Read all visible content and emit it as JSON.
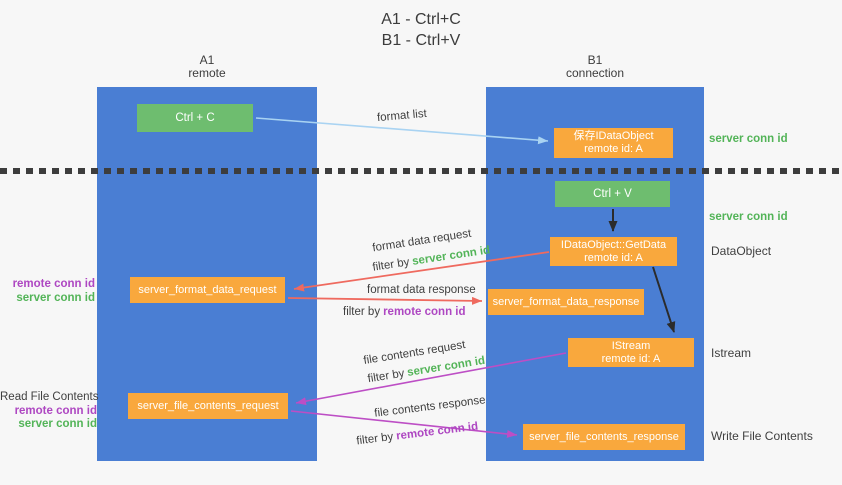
{
  "title": {
    "line1": "A1 - Ctrl+C",
    "line2": "B1 - Ctrl+V"
  },
  "lanes": {
    "a1": {
      "name": "A1",
      "subtitle": "remote"
    },
    "b1": {
      "name": "B1",
      "subtitle": "connection"
    }
  },
  "nodes": {
    "ctrl_c": {
      "label": "Ctrl + C"
    },
    "ctrl_v": {
      "label": "Ctrl + V"
    },
    "save_dataobject": {
      "line1": "保存IDataObject",
      "line2": "remote id: A"
    },
    "getdata": {
      "line1": "IDataObject::GetData",
      "line2": "remote id: A"
    },
    "istream": {
      "line1": "IStream",
      "line2": "remote id: A"
    },
    "format_request": {
      "label": "server_format_data_request"
    },
    "format_response": {
      "label": "server_format_data_response"
    },
    "file_request": {
      "label": "server_file_contents_request"
    },
    "file_response": {
      "label": "server_file_contents_response"
    }
  },
  "annotations": {
    "right_server_conn_top": "server conn id",
    "right_server_conn_mid": "server conn id",
    "right_dataobject": "DataObject",
    "right_istream": "Istream",
    "right_write_file": "Write File Contents",
    "left_remote_conn_mid": "remote conn id",
    "left_server_conn_mid": "server conn id",
    "left_read_file": "Read File Contents",
    "left_remote_conn_bottom": "remote conn id",
    "left_server_conn_bottom": "server conn id"
  },
  "arrow_labels": {
    "format_list": "format list",
    "format_data_request": "format data request",
    "format_data_response": "format data response",
    "file_contents_request": "file contents request",
    "file_contents_response": "file contents response",
    "filter_prefix": "filter by",
    "server_conn_id": "server conn id",
    "remote_conn_id": "remote conn id"
  },
  "colors": {
    "background": "#f7f7f7",
    "lane_blue": "#4a7ed3",
    "node_green": "#6ebd6f",
    "node_orange": "#f9a83d",
    "arrow_blue": "#a9d3f2",
    "arrow_red": "#ef6a5f",
    "arrow_magenta": "#bd4ec5",
    "arrow_black": "#2b2b2b",
    "text_green": "#53b458",
    "text_purple": "#ae47c2",
    "text_dark": "#3f3f3f"
  }
}
